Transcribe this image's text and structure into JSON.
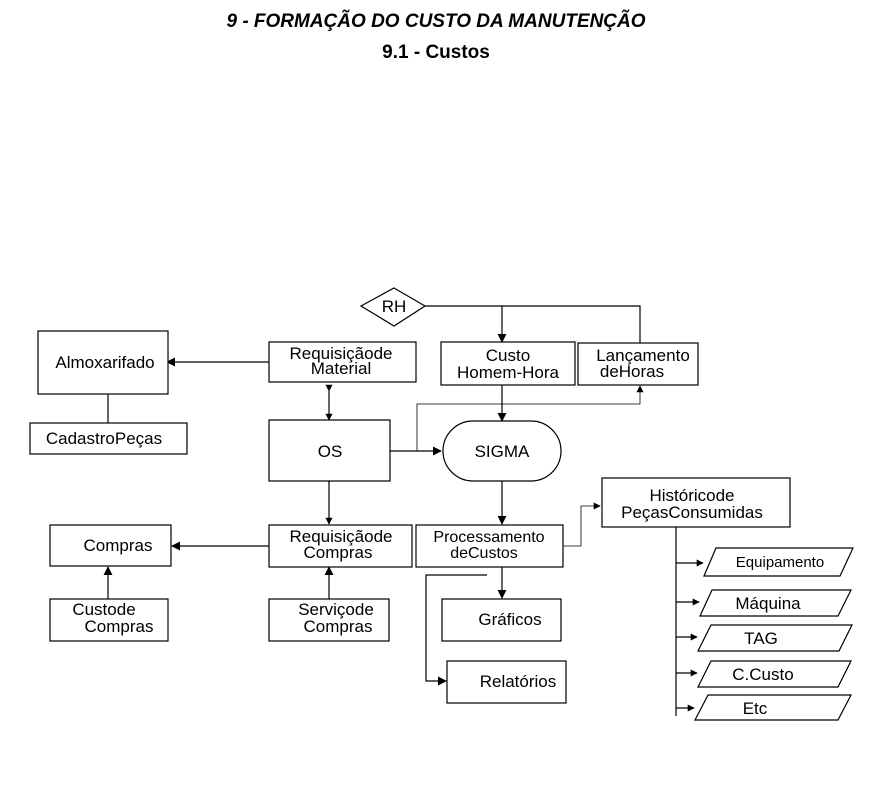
{
  "header": {
    "title": "9 - FORMAÇÃO DO CUSTO DA MANUTENÇÃO",
    "subtitle": "9.1 - Custos"
  },
  "nodes": {
    "rh": "RH",
    "almoxarifado": "Almoxarifado",
    "cadastro_pecas": "CadastroPeças",
    "requisicao_material": [
      "Requisiçãode",
      "Material"
    ],
    "custo_homem_hora": [
      "Custo",
      "Homem-Hora"
    ],
    "lancamento_horas": [
      "Lançamento",
      "deHoras"
    ],
    "os": "OS",
    "sigma": "SIGMA",
    "historico_pecas": [
      "Históricode",
      "PeçasConsumidas"
    ],
    "compras": "Compras",
    "requisicao_compras": [
      "Requisiçãode",
      "Compras"
    ],
    "processamento_custos": [
      "Processamento",
      "deCustos"
    ],
    "custo_compras": [
      "Custode",
      "Compras"
    ],
    "servico_compras": [
      "Serviçode",
      "Compras"
    ],
    "graficos": "Gráficos",
    "relatorios": "Relatórios",
    "equipamento": "Equipamento",
    "maquina": "Máquina",
    "tag": "TAG",
    "c_custo": "C.Custo",
    "etc": "Etc"
  }
}
